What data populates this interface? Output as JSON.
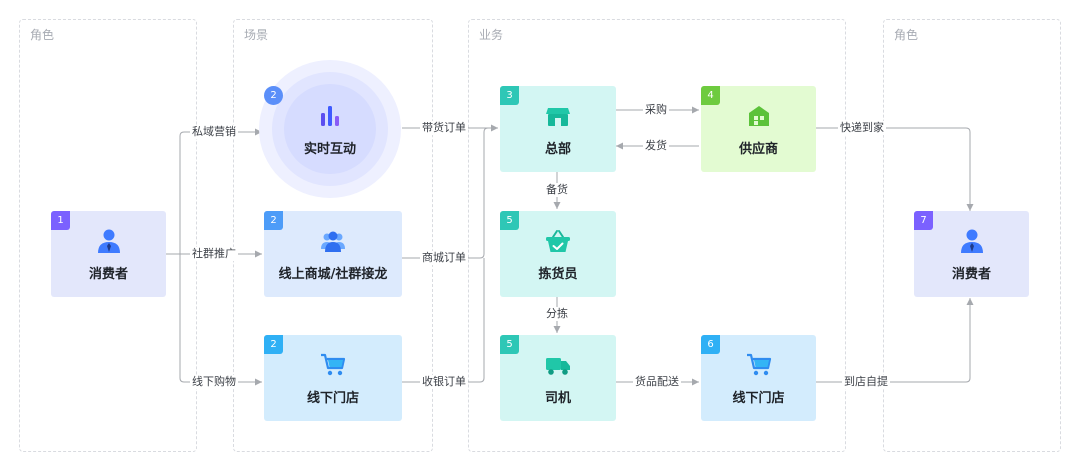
{
  "panels": {
    "role_left": "角色",
    "scene": "场景",
    "business": "业务",
    "role_right": "角色"
  },
  "nodes": {
    "consumer_left": {
      "num": "1",
      "label": "消费者",
      "icon": "person-icon"
    },
    "realtime": {
      "num": "2",
      "label": "实时互动",
      "icon": "bar-chart-icon"
    },
    "online_mall": {
      "num": "2",
      "label": "线上商城/社群接龙",
      "icon": "group-icon"
    },
    "offline_store_scene": {
      "num": "2",
      "label": "线下门店",
      "icon": "cart-icon"
    },
    "hq": {
      "num": "3",
      "label": "总部",
      "icon": "store-icon"
    },
    "supplier": {
      "num": "4",
      "label": "供应商",
      "icon": "warehouse-icon"
    },
    "picker": {
      "num": "5",
      "label": "拣货员",
      "icon": "basket-icon"
    },
    "driver": {
      "num": "5",
      "label": "司机",
      "icon": "truck-icon"
    },
    "offline_store_biz": {
      "num": "6",
      "label": "线下门店",
      "icon": "cart-icon"
    },
    "consumer_right": {
      "num": "7",
      "label": "消费者",
      "icon": "person-icon"
    }
  },
  "edges": {
    "private_marketing": "私域营销",
    "community_promo": "社群推广",
    "offline_shopping": "线下购物",
    "live_order": "带货订单",
    "mall_order": "商城订单",
    "cashier_order": "收银订单",
    "purchase": "采购",
    "ship": "发货",
    "express": "快递到家",
    "stock_prep": "备货",
    "sorting": "分拣",
    "goods_delivery": "货品配送",
    "pickup": "到店自提"
  },
  "colors": {
    "role_node": "#e3e7fb",
    "scene_node": "#ddeafd",
    "store_node": "#d3ecfd",
    "biz_node": "#d3f6f3",
    "supplier_node": "#e3fbd2",
    "badge_purple": "#7b61ff",
    "badge_blue": "#4d9cf8",
    "badge_teal": "#2ec7b6",
    "badge_green": "#6ecb3f",
    "line": "#a6a9ae"
  }
}
